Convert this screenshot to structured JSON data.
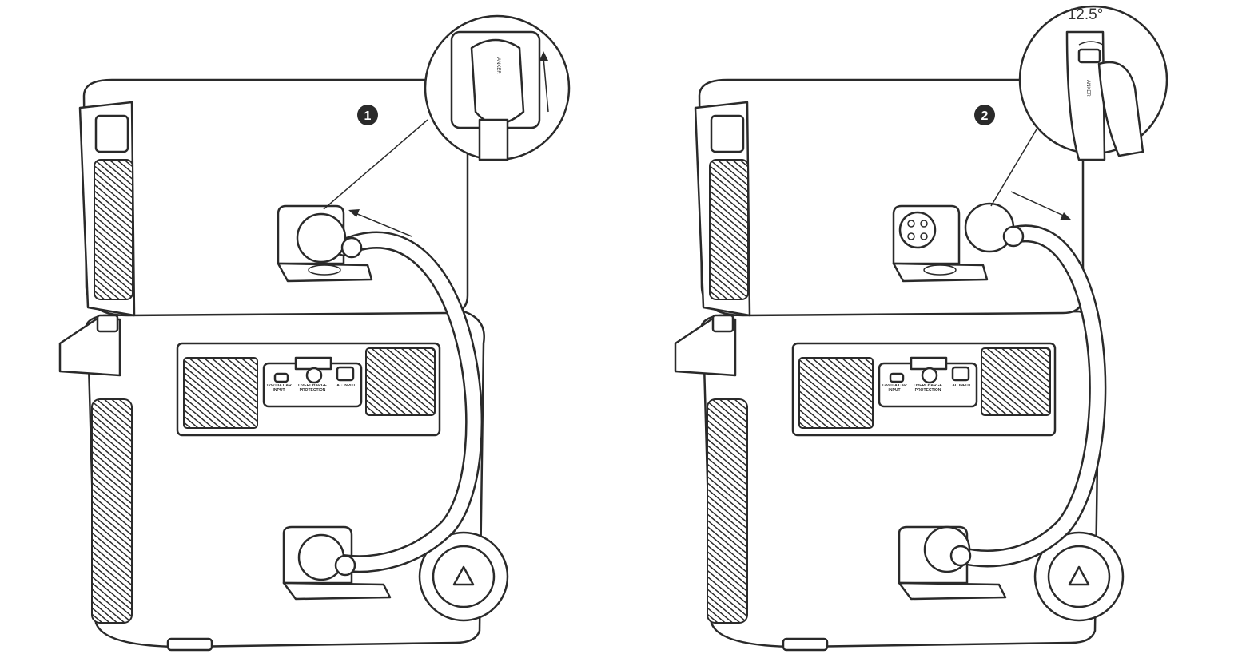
{
  "steps": [
    {
      "number": "1",
      "brand": "ANKER"
    },
    {
      "number": "2",
      "brand": "ANKER",
      "angle": "12.5°"
    }
  ],
  "panel": {
    "car_input": "12V/10A CAR INPUT",
    "overcharge": "OVERCHARGE PROTECTION",
    "ac_input": "AC INPUT"
  },
  "colors": {
    "line": "#2a2a2a",
    "background": "#ffffff"
  }
}
